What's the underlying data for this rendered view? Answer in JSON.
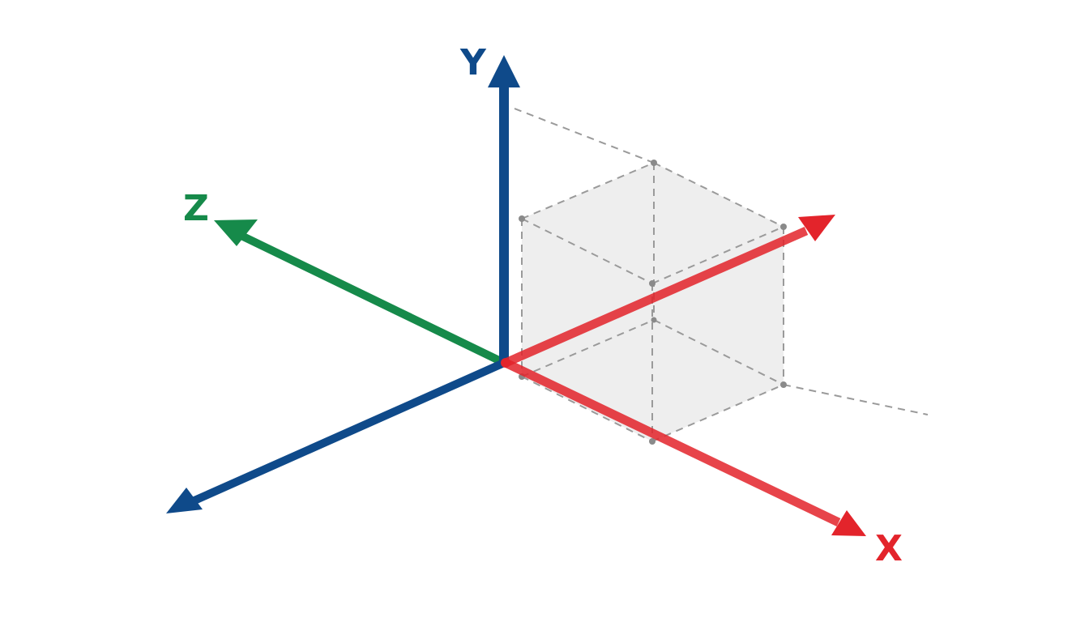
{
  "diagram": {
    "type": "3d-coordinate-axes",
    "axes": [
      {
        "name": "X",
        "label": "X",
        "color": "#e3242b"
      },
      {
        "name": "Y",
        "label": "Y",
        "color": "#0f4a8a"
      },
      {
        "name": "Z",
        "label": "Z",
        "color": "#168a4a"
      }
    ],
    "colors": {
      "x_axis": "#e3242b",
      "y_axis": "#0f4a8a",
      "z_axis": "#168a4a",
      "cube_fill": "#ececec",
      "dashed_line": "#9a9a9a",
      "vertex": "#8a8a8a",
      "background": "#ffffff"
    },
    "cube": {
      "style": "dashed wireframe with translucent gray faces",
      "vertices_count": 8
    }
  }
}
